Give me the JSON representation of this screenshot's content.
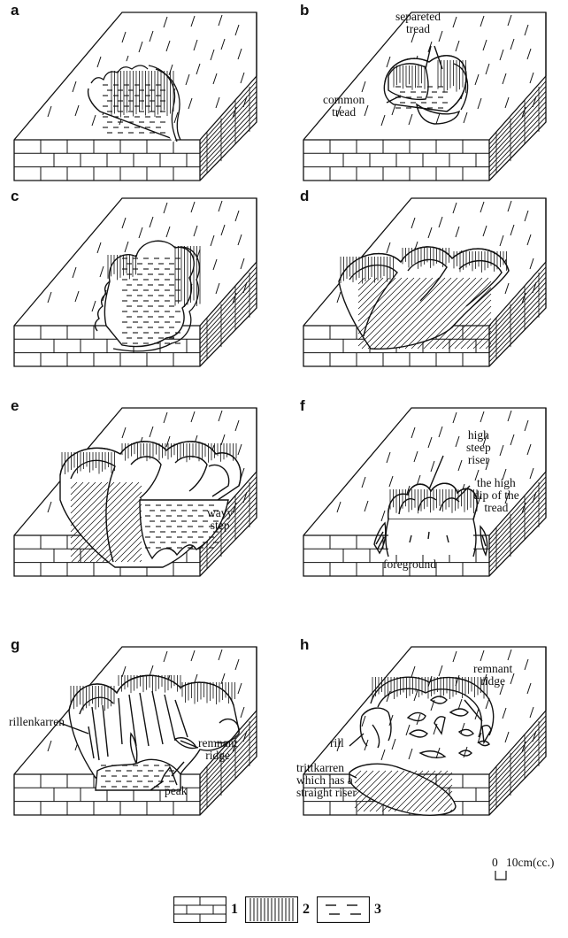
{
  "panels": [
    {
      "id": "a",
      "label": "a",
      "annotations": []
    },
    {
      "id": "b",
      "label": "b",
      "annotations": [
        {
          "key": "separated_tread",
          "lines": [
            "separeted",
            "tread"
          ]
        },
        {
          "key": "common_tread",
          "lines": [
            "common",
            "tread"
          ]
        }
      ]
    },
    {
      "id": "c",
      "label": "c",
      "annotations": []
    },
    {
      "id": "d",
      "label": "d",
      "annotations": []
    },
    {
      "id": "e",
      "label": "e",
      "annotations": [
        {
          "key": "wavy_step",
          "lines": [
            "wavy",
            "step"
          ]
        }
      ]
    },
    {
      "id": "f",
      "label": "f",
      "annotations": [
        {
          "key": "high_steep_riser",
          "lines": [
            "high",
            "steep",
            "riser"
          ]
        },
        {
          "key": "high_dip_tread",
          "lines": [
            "the high",
            "dip of the",
            "tread"
          ]
        },
        {
          "key": "foreground",
          "lines": [
            "foreground"
          ]
        }
      ]
    },
    {
      "id": "g",
      "label": "g",
      "annotations": [
        {
          "key": "rillenkarren",
          "lines": [
            "rillenkarren"
          ]
        },
        {
          "key": "remnant_ridge",
          "lines": [
            "remnant",
            "ridge"
          ]
        },
        {
          "key": "peak",
          "lines": [
            "peak"
          ]
        }
      ]
    },
    {
      "id": "h",
      "label": "h",
      "annotations": [
        {
          "key": "remnant_ridge",
          "lines": [
            "remnant",
            "ridge"
          ]
        },
        {
          "key": "rill",
          "lines": [
            "rill"
          ]
        },
        {
          "key": "trittkarren",
          "lines": [
            "trittkarren",
            "which  has a",
            "straight riser"
          ]
        }
      ]
    }
  ],
  "scale": {
    "zero": "0",
    "value": "10cm(cc.)"
  },
  "legend": [
    {
      "number": "1",
      "symbol": "limestone-bricks"
    },
    {
      "number": "2",
      "symbol": "vertical-hatch-riser"
    },
    {
      "number": "3",
      "symbol": "dashed-tread"
    }
  ]
}
